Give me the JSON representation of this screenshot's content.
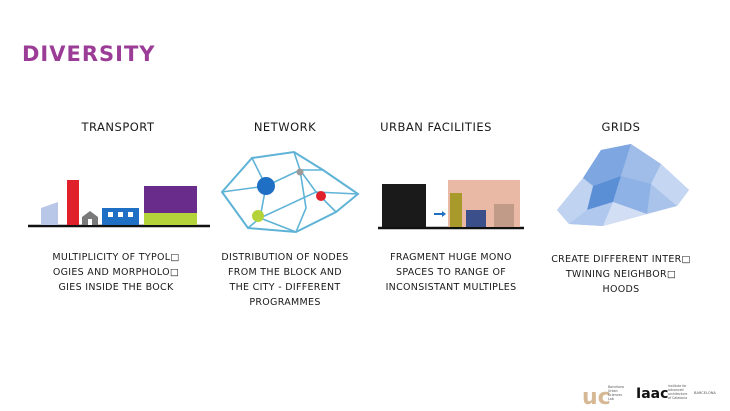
{
  "slide": {
    "title": "DIVERSITY"
  },
  "columns": [
    {
      "heading": "TRANSPORT",
      "lines": [
        "MULTIPLICITY OF TYPOL□",
        "OGIES AND MORPHOLO□",
        "GIES INSIDE THE BOCK"
      ]
    },
    {
      "heading": "NETWORK",
      "lines": [
        "DISTRIBUTION OF NODES",
        "FROM THE BLOCK AND",
        "THE CITY - DIFFERENT",
        "PROGRAMMES"
      ]
    },
    {
      "heading": "URBAN FACILITIES",
      "lines": [
        "FRAGMENT HUGE MONO",
        "SPACES TO RANGE OF",
        "INCONSISTANT MULTIPLES"
      ]
    },
    {
      "heading": "GRIDS",
      "lines": [
        "CREATE DIFFERENT INTER□",
        "TWINING NEIGHBOR□",
        "HOODS"
      ]
    }
  ],
  "logos": {
    "ucl_label": "uc",
    "ucl_caption": [
      "Barcelona",
      "Urban",
      "Sciences",
      "Lab"
    ],
    "iaac_label": "Iaac",
    "iaac_caption": [
      "institute for",
      "advanced",
      "architecture",
      "of Catalonia"
    ],
    "city": "BARCELONA"
  },
  "colors": {
    "title": "#9b3c97",
    "red": "#e0202a",
    "purple": "#6a2c8a",
    "lime": "#b4d33a",
    "blue": "#1f6fc4",
    "navy": "#3b4f8a",
    "olive": "#a89a2a",
    "salmon": "#e9b9a6"
  }
}
